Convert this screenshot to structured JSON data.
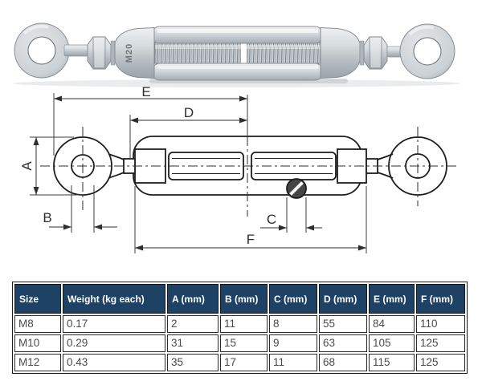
{
  "product_photo": {
    "description": "galvanised eye and eye turnbuckle",
    "stamp_text": "M20"
  },
  "diagram": {
    "labels": {
      "e": "E",
      "d": "D",
      "a": "A",
      "b": "B",
      "c": "C",
      "f": "F"
    }
  },
  "table": {
    "headers": [
      "Size",
      "Weight (kg each)",
      "A (mm)",
      "B (mm)",
      "C (mm)",
      "D (mm)",
      "E (mm)",
      "F (mm)"
    ],
    "rows": [
      [
        "M8",
        "0.17",
        "2",
        "11",
        "8",
        "55",
        "84",
        "110"
      ],
      [
        "M10",
        "0.29",
        "31",
        "15",
        "9",
        "63",
        "105",
        "125"
      ],
      [
        "M12",
        "0.43",
        "35",
        "17",
        "11",
        "68",
        "115",
        "125"
      ]
    ],
    "header_bg": "#1e4265",
    "header_text_color": "#ffffff",
    "body_text_color": "#4a4a4a",
    "border_color": "#1b1b1b"
  }
}
